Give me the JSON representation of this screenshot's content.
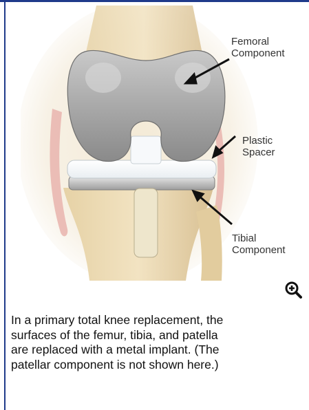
{
  "figure": {
    "labels": {
      "femoral": [
        "Femoral",
        "Component"
      ],
      "spacer": [
        "Plastic",
        "Spacer"
      ],
      "tibial": [
        "Tibial",
        "Component"
      ]
    },
    "zoom_icon": "zoom-in-magnifier-icon"
  },
  "caption": "In a primary total knee replacement, the surfaces of the femur, tibia, and patella are replaced with a metal implant. (The patellar component is not shown here.)"
}
